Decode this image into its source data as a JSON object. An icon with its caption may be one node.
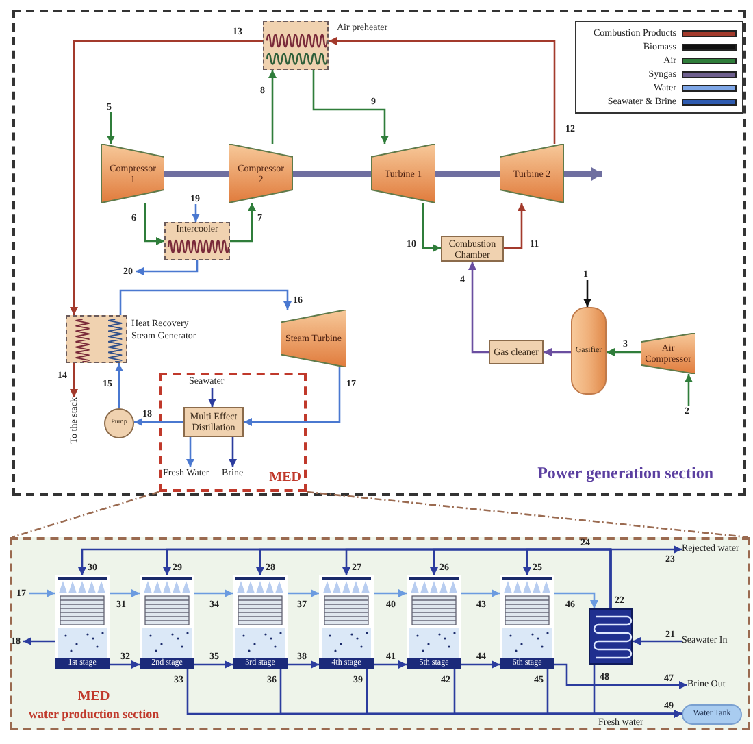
{
  "diagram": {
    "nodes": [
      {
        "text": [
          "Power generation section"
        ]
      },
      {
        "text": [
          "MED"
        ],
        "in": 0
      },
      {
        "text": [],
        "shape": "box",
        "beside": [
          "Air preheater"
        ],
        "in": 0
      },
      {
        "text": [
          "Compressor 1"
        ],
        "in": 0
      },
      {
        "text": [
          "Compressor 2"
        ],
        "in": 0
      },
      {
        "text": [
          "Turbine 1"
        ],
        "in": 0
      },
      {
        "text": [
          "Turbine 2"
        ],
        "in": 0
      },
      {
        "text": [
          "Intercooler"
        ],
        "in": 0
      },
      {
        "text": [
          "Combustion Chamber"
        ],
        "in": 0
      },
      {
        "text": [],
        "shape": "box",
        "beside": [
          "Heat Recovery Steam Generator"
        ],
        "in": 0
      },
      {
        "text": [
          "Steam Turbine"
        ],
        "in": 0
      },
      {
        "text": [
          "Gasifier"
        ],
        "in": 0
      },
      {
        "text": [
          "Air Compressor"
        ],
        "in": 0
      },
      {
        "text": [
          "Gas cleaner"
        ],
        "in": 0
      },
      {
        "text": [
          "Pump"
        ],
        "in": 0
      },
      {
        "text": [
          "Multi Effect Distillation"
        ],
        "in": 1
      },
      {
        "text": [
          "Seawater"
        ],
        "in": 1
      },
      {
        "text": [
          "Fresh Water"
        ],
        "in": 1
      },
      {
        "text": [
          "Brine"
        ],
        "in": 1
      },
      {
        "text": [
          "To the stack"
        ],
        "in": 0
      },
      {
        "text": [
          "MED",
          "water production section"
        ]
      },
      {
        "text": [
          "1st stage"
        ],
        "in": 20
      },
      {
        "text": [
          "2nd stage"
        ],
        "in": 20
      },
      {
        "text": [
          "3rd stage"
        ],
        "in": 20
      },
      {
        "text": [
          "4th stage"
        ],
        "in": 20
      },
      {
        "text": [
          "5th stage"
        ],
        "in": 20
      },
      {
        "text": [
          "6th stage"
        ],
        "in": 20
      },
      {
        "text": [],
        "shape": "box",
        "in": 20
      },
      {
        "text": [
          "Rejected water"
        ],
        "in": 20
      },
      {
        "text": [
          "Seawater In"
        ],
        "in": 20
      },
      {
        "text": [
          "Brine Out"
        ],
        "in": 20
      },
      {
        "text": [
          "Water Tank"
        ],
        "in": 20
      },
      {
        "text": [
          "5"
        ],
        "in": 0
      },
      {
        "text": [
          "19"
        ],
        "in": 0
      },
      {
        "text": [
          "20"
        ],
        "in": 0
      },
      {
        "text": [
          "1"
        ],
        "in": 0
      },
      {
        "text": [
          "2"
        ],
        "in": 0
      },
      {
        "text": [
          "17"
        ],
        "in": 20
      },
      {
        "text": [
          "18"
        ],
        "in": 20
      }
    ],
    "edges": [
      {
        "from": 6,
        "to": 2,
        "arrow": "to",
        "color": "#a33a2c"
      },
      {
        "from": 2,
        "to": 9,
        "arrow": "to",
        "color": "#a33a2c"
      },
      {
        "from": 9,
        "to": 19,
        "arrow": "to",
        "color": "#a33a2c"
      },
      {
        "from": 4,
        "to": 2,
        "arrow": "to",
        "color": "#2f7d3a"
      },
      {
        "from": 2,
        "to": 5,
        "arrow": "to",
        "color": "#2f7d3a"
      },
      {
        "from": 32,
        "to": 3,
        "arrow": "to",
        "color": "#2f7d3a"
      },
      {
        "from": 3,
        "to": 7,
        "arrow": "to",
        "color": "#2f7d3a"
      },
      {
        "from": 7,
        "to": 4,
        "arrow": "to",
        "color": "#2f7d3a"
      },
      {
        "from": 33,
        "to": 7,
        "arrow": "to",
        "color": "#4a78d0"
      },
      {
        "from": 7,
        "to": 34,
        "arrow": "to",
        "color": "#4a78d0"
      },
      {
        "from": 5,
        "to": 8,
        "arrow": "to",
        "color": "#2f7d3a"
      },
      {
        "from": 8,
        "to": 6,
        "arrow": "to",
        "color": "#a33a2c"
      },
      {
        "from": 13,
        "to": 8,
        "arrow": "to",
        "color": "#6a4ea0"
      },
      {
        "from": 35,
        "to": 11,
        "arrow": "to",
        "color": "#111111"
      },
      {
        "from": 12,
        "to": 11,
        "arrow": "to",
        "color": "#2f7d3a"
      },
      {
        "from": 36,
        "to": 12,
        "arrow": "to",
        "color": "#2f7d3a"
      },
      {
        "from": 11,
        "to": 13,
        "arrow": "to",
        "color": "#6a4ea0"
      },
      {
        "from": 9,
        "to": 10,
        "arrow": "to",
        "color": "#4a78d0"
      },
      {
        "from": 10,
        "to": 15,
        "arrow": "to",
        "color": "#4a78d0"
      },
      {
        "from": 15,
        "to": 14,
        "arrow": "to",
        "color": "#4a78d0"
      },
      {
        "from": 14,
        "to": 9,
        "arrow": "to",
        "color": "#4a78d0"
      },
      {
        "from": 16,
        "to": 15,
        "arrow": "to",
        "color": "#2b3c9e"
      },
      {
        "from": 15,
        "to": 17,
        "arrow": "to",
        "color": "#4a78d0"
      },
      {
        "from": 15,
        "to": 18,
        "arrow": "to",
        "color": "#2b3c9e"
      },
      {
        "from": 3,
        "to": 4,
        "arrow": "none",
        "style": "thick",
        "color": "#6f6fa0"
      },
      {
        "from": 4,
        "to": 5,
        "arrow": "none",
        "style": "thick",
        "color": "#6f6fa0"
      },
      {
        "from": 5,
        "to": 6,
        "arrow": "none",
        "style": "thick",
        "color": "#6f6fa0"
      },
      {
        "from": 6,
        "to": null,
        "arrow": "to",
        "style": "thick",
        "color": "#6f6fa0"
      },
      {
        "from": 1,
        "to": 20,
        "arrow": "none",
        "style": "dashed",
        "color": "#9a6a50"
      },
      {
        "from": 1,
        "to": 20,
        "arrow": "none",
        "style": "dashed",
        "color": "#9a6a50"
      },
      {
        "from": 27,
        "to": 21,
        "arrow": "to",
        "color": "#2b3c9e"
      },
      {
        "from": 27,
        "to": 22,
        "arrow": "to",
        "color": "#2b3c9e"
      },
      {
        "from": 27,
        "to": 23,
        "arrow": "to",
        "color": "#2b3c9e"
      },
      {
        "from": 27,
        "to": 24,
        "arrow": "to",
        "color": "#2b3c9e"
      },
      {
        "from": 27,
        "to": 25,
        "arrow": "to",
        "color": "#2b3c9e"
      },
      {
        "from": 27,
        "to": 26,
        "arrow": "to",
        "color": "#2b3c9e"
      },
      {
        "from": 27,
        "to": 28,
        "arrow": "to",
        "color": "#2b3c9e"
      },
      {
        "from": 21,
        "to": 22,
        "arrow": "to",
        "color": "#6b9be0"
      },
      {
        "from": 22,
        "to": 23,
        "arrow": "to",
        "color": "#6b9be0"
      },
      {
        "from": 23,
        "to": 24,
        "arrow": "to",
        "color": "#6b9be0"
      },
      {
        "from": 24,
        "to": 25,
        "arrow": "to",
        "color": "#6b9be0"
      },
      {
        "from": 25,
        "to": 26,
        "arrow": "to",
        "color": "#6b9be0"
      },
      {
        "from": 26,
        "to": 27,
        "arrow": "to",
        "color": "#6b9be0"
      },
      {
        "from": 21,
        "to": 22,
        "arrow": "to",
        "color": "#2b3c9e"
      },
      {
        "from": 22,
        "to": 23,
        "arrow": "to",
        "color": "#2b3c9e"
      },
      {
        "from": 23,
        "to": 24,
        "arrow": "to",
        "color": "#2b3c9e"
      },
      {
        "from": 24,
        "to": 25,
        "arrow": "to",
        "color": "#2b3c9e"
      },
      {
        "from": 25,
        "to": 26,
        "arrow": "to",
        "color": "#2b3c9e"
      },
      {
        "from": 26,
        "to": 30,
        "arrow": "to",
        "color": "#2b3c9e"
      },
      {
        "from": 22,
        "to": 31,
        "arrow": "to",
        "color": "#2b3c9e"
      },
      {
        "from": 23,
        "to": 31,
        "arrow": "to",
        "color": "#2b3c9e"
      },
      {
        "from": 24,
        "to": 31,
        "arrow": "to",
        "color": "#2b3c9e"
      },
      {
        "from": 25,
        "to": 31,
        "arrow": "to",
        "color": "#2b3c9e"
      },
      {
        "from": 26,
        "to": 31,
        "arrow": "to",
        "color": "#2b3c9e"
      },
      {
        "from": 27,
        "to": 31,
        "arrow": "to",
        "color": "#2b3c9e"
      },
      {
        "from": 29,
        "to": 27,
        "arrow": "to",
        "color": "#2b3c9e"
      },
      {
        "from": 37,
        "to": 21,
        "arrow": "to",
        "color": "#6b9be0"
      },
      {
        "from": 21,
        "to": 38,
        "arrow": "to",
        "color": "#2b3c9e"
      }
    ],
    "labels": [
      "13",
      "8",
      "9",
      "12",
      "6",
      "7",
      "10",
      "11",
      "4",
      "16",
      "3",
      "14",
      "15",
      "17",
      "18",
      "24",
      "23",
      "30",
      "29",
      "28",
      "27",
      "26",
      "25",
      "31",
      "34",
      "37",
      "40",
      "43",
      "46",
      "22",
      "21",
      "32",
      "35",
      "38",
      "41",
      "44",
      "33",
      "36",
      "39",
      "42",
      "45",
      "48",
      "47",
      "49",
      "Fresh water"
    ],
    "legend": [
      {
        "text": "Combustion Products",
        "color": "#a33a2c"
      },
      {
        "text": "Biomass",
        "color": "#111111"
      },
      {
        "text": "Air",
        "color": "#2f7d3a"
      },
      {
        "text": "Syngas",
        "color": "#6e5f8e"
      },
      {
        "text": "Water",
        "color": "#7ea6e6"
      },
      {
        "text": "Seawater & Brine",
        "color": "#2e5bb0"
      }
    ]
  }
}
